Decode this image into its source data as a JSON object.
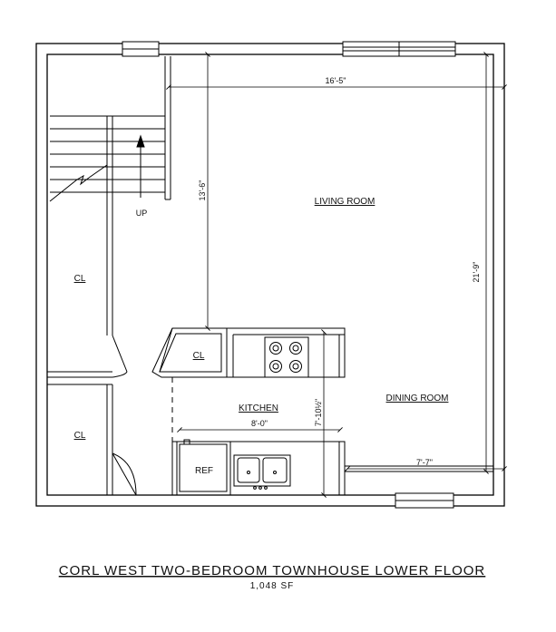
{
  "plan": {
    "title": "CORL WEST TWO-BEDROOM TOWNHOUSE LOWER FLOOR",
    "area": "1,048 SF",
    "rooms": {
      "living": "LIVING ROOM",
      "dining": "DINING ROOM",
      "kitchen": "KITCHEN",
      "closet_upper": "CL",
      "closet_lower": "CL",
      "closet_kitchen": "CL",
      "stair": "UP",
      "refrigerator": "REF"
    },
    "dimensions": {
      "living_width": "16'-5\"",
      "living_depth": "13'-6\"",
      "overall_depth": "21'-9\"",
      "kitchen_width": "8'-0\"",
      "kitchen_depth": "7'-10½\"",
      "dining_width": "7'-7\""
    }
  }
}
